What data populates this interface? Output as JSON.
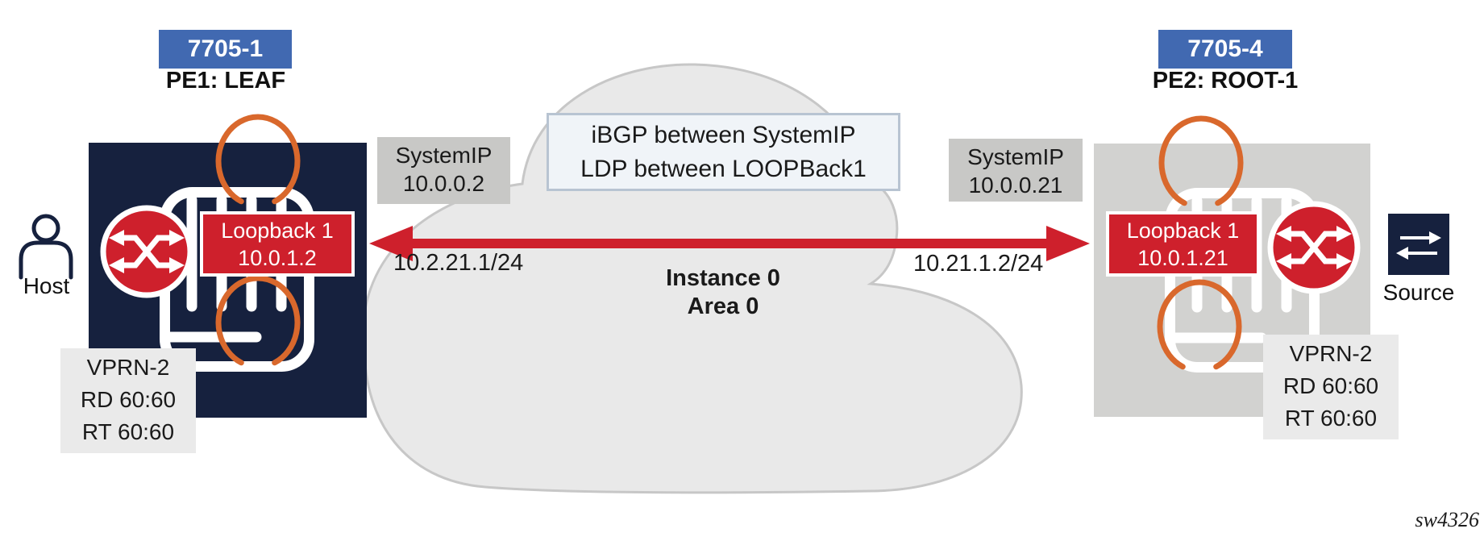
{
  "nodes": {
    "left": {
      "device": "7705-1",
      "role": "PE1: LEAF",
      "loopback": [
        "Loopback 1",
        "10.0.1.2"
      ],
      "system_ip": [
        "SystemIP",
        "10.0.0.2"
      ],
      "vprn": [
        "VPRN-2",
        "RD 60:60",
        "RT 60:60"
      ],
      "peripheral": "Host"
    },
    "right": {
      "device": "7705-4",
      "role": "PE2: ROOT-1",
      "loopback": [
        "Loopback 1",
        "10.0.1.21"
      ],
      "system_ip": [
        "SystemIP",
        "10.0.0.21"
      ],
      "vprn": [
        "VPRN-2",
        "RD 60:60",
        "RT 60:60"
      ],
      "peripheral": "Source"
    }
  },
  "cloud": {
    "note": [
      "iBGP between SystemIP",
      "LDP between LOOPBack1"
    ],
    "label": [
      "Instance 0",
      "Area 0"
    ]
  },
  "link": {
    "left_interface_ip": "10.2.21.1/24",
    "right_interface_ip": "10.21.1.2/24"
  },
  "figure_id": "sw4326",
  "colors": {
    "navy": "#16213E",
    "red": "#CE202C",
    "orange": "#D9682C",
    "blue_label": "#4169B1",
    "cloud_fill": "#E9E9E9",
    "cloud_border": "#C7C7C7",
    "node_gray": "#D2D2D0",
    "label_gray": "#C8C8C6",
    "light_gray": "#EAEAEA",
    "note_fill": "#F0F4F8",
    "note_border": "#B8C4D2"
  }
}
